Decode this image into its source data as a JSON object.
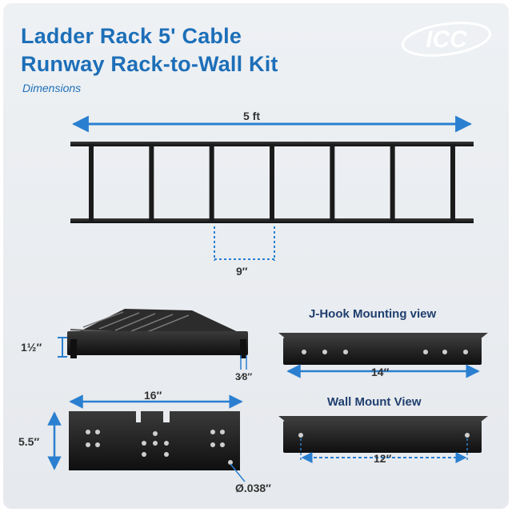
{
  "header": {
    "title_line1": "Ladder Rack 5' Cable",
    "title_line2": "Runway Rack-to-Wall Kit",
    "subtitle": "Dimensions",
    "logo_text": "ICC"
  },
  "ladder": {
    "length_label": "5 ft",
    "rung_spacing_label": "9″",
    "rung_count": 7
  },
  "angle_bracket": {
    "height_label": "1½″",
    "thickness_label": "3⁄8″"
  },
  "plate": {
    "width_label": "16″",
    "height_label": "5.5″",
    "hole_label": "Ø.038″"
  },
  "jhook": {
    "title": "J-Hook Mounting view",
    "width_label": "14″"
  },
  "wall_mount": {
    "title": "Wall Mount View",
    "width_label": "12″"
  },
  "colors": {
    "accent": "#1d6fb8",
    "dimension": "#2a7fd0",
    "metal": "#1b1b1b"
  }
}
